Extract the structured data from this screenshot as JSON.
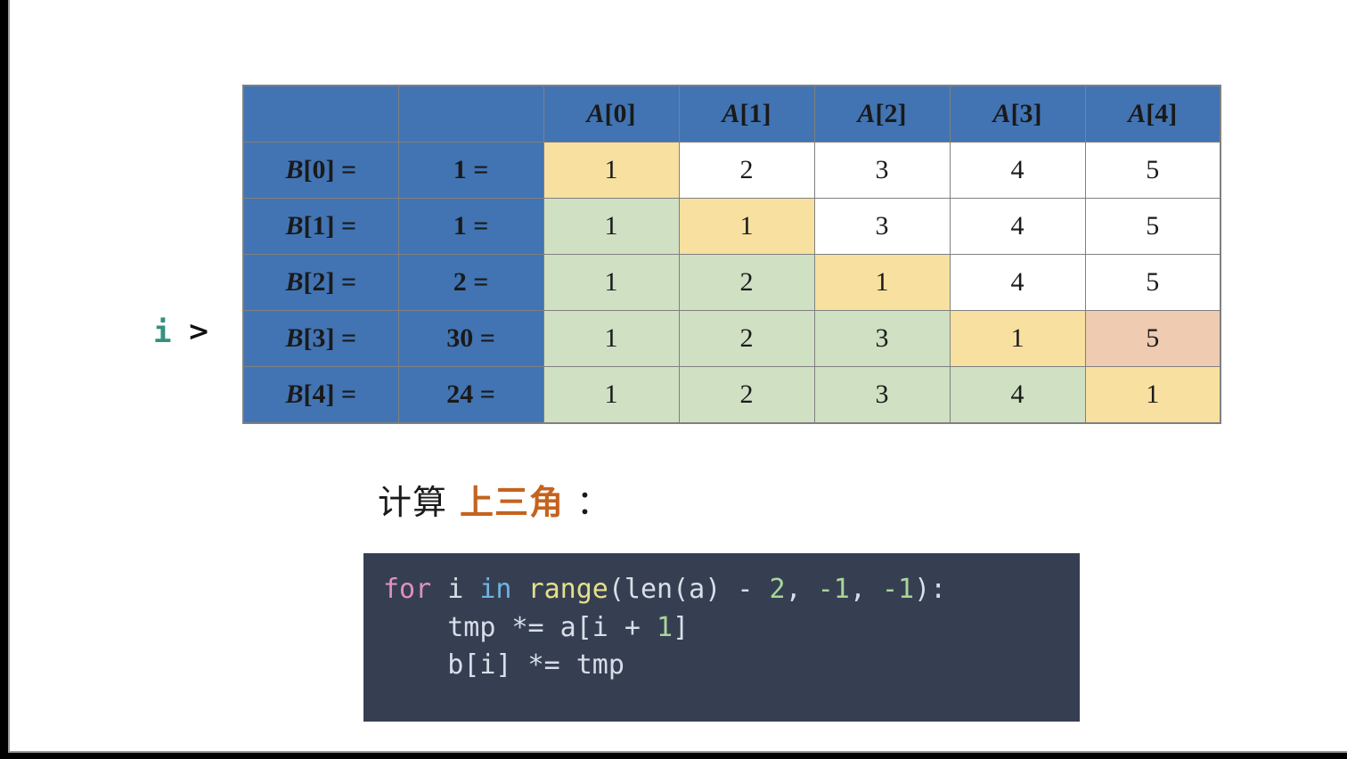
{
  "marker": {
    "variable": "i",
    "arrow": ">",
    "color": "#35907f"
  },
  "table": {
    "colors": {
      "header_blue": "#4274b3",
      "yellow": "#f7e0a0",
      "green": "#cfe0c3",
      "salmon": "#eecbb1",
      "white": "#ffffff",
      "border": "#808080"
    },
    "corner_1": "",
    "corner_2": "",
    "column_headers": [
      "A[0]",
      "A[1]",
      "A[2]",
      "A[3]",
      "A[4]"
    ],
    "rows": [
      {
        "label": "B[0] =",
        "value": "1 =",
        "cells": [
          {
            "text": "1",
            "fill": "yellow"
          },
          {
            "text": "2",
            "fill": "white"
          },
          {
            "text": "3",
            "fill": "white"
          },
          {
            "text": "4",
            "fill": "white"
          },
          {
            "text": "5",
            "fill": "white"
          }
        ]
      },
      {
        "label": "B[1] =",
        "value": "1 =",
        "cells": [
          {
            "text": "1",
            "fill": "green"
          },
          {
            "text": "1",
            "fill": "yellow"
          },
          {
            "text": "3",
            "fill": "white"
          },
          {
            "text": "4",
            "fill": "white"
          },
          {
            "text": "5",
            "fill": "white"
          }
        ]
      },
      {
        "label": "B[2] =",
        "value": "2 =",
        "cells": [
          {
            "text": "1",
            "fill": "green"
          },
          {
            "text": "2",
            "fill": "green"
          },
          {
            "text": "1",
            "fill": "yellow"
          },
          {
            "text": "4",
            "fill": "white"
          },
          {
            "text": "5",
            "fill": "white"
          }
        ]
      },
      {
        "label": "B[3] =",
        "value": "30 =",
        "cells": [
          {
            "text": "1",
            "fill": "green"
          },
          {
            "text": "2",
            "fill": "green"
          },
          {
            "text": "3",
            "fill": "green"
          },
          {
            "text": "1",
            "fill": "yellow"
          },
          {
            "text": "5",
            "fill": "salmon"
          }
        ]
      },
      {
        "label": "B[4] =",
        "value": "24 =",
        "cells": [
          {
            "text": "1",
            "fill": "green"
          },
          {
            "text": "2",
            "fill": "green"
          },
          {
            "text": "3",
            "fill": "green"
          },
          {
            "text": "4",
            "fill": "green"
          },
          {
            "text": "1",
            "fill": "yellow"
          }
        ]
      }
    ]
  },
  "caption": {
    "prefix": "计算",
    "accent": "上三角",
    "accent_color": "#c4631f",
    "suffix": "："
  },
  "code": {
    "background": "#363f52",
    "lines": [
      {
        "tokens": [
          {
            "text": "for",
            "cls": "t-kw"
          },
          {
            "text": " i ",
            "cls": "t-pl"
          },
          {
            "text": "in",
            "cls": "t-op"
          },
          {
            "text": " ",
            "cls": "t-pl"
          },
          {
            "text": "range",
            "cls": "t-fn"
          },
          {
            "text": "(len(a) - ",
            "cls": "t-pl"
          },
          {
            "text": "2",
            "cls": "t-num"
          },
          {
            "text": ", ",
            "cls": "t-pl"
          },
          {
            "text": "-1",
            "cls": "t-num"
          },
          {
            "text": ", ",
            "cls": "t-pl"
          },
          {
            "text": "-1",
            "cls": "t-num"
          },
          {
            "text": "):",
            "cls": "t-pl"
          }
        ]
      },
      {
        "tokens": [
          {
            "text": "    tmp *= a[i + ",
            "cls": "t-pl"
          },
          {
            "text": "1",
            "cls": "t-num"
          },
          {
            "text": "]",
            "cls": "t-pl"
          }
        ]
      },
      {
        "tokens": [
          {
            "text": "    b[i] *= tmp",
            "cls": "t-pl"
          }
        ]
      }
    ]
  }
}
